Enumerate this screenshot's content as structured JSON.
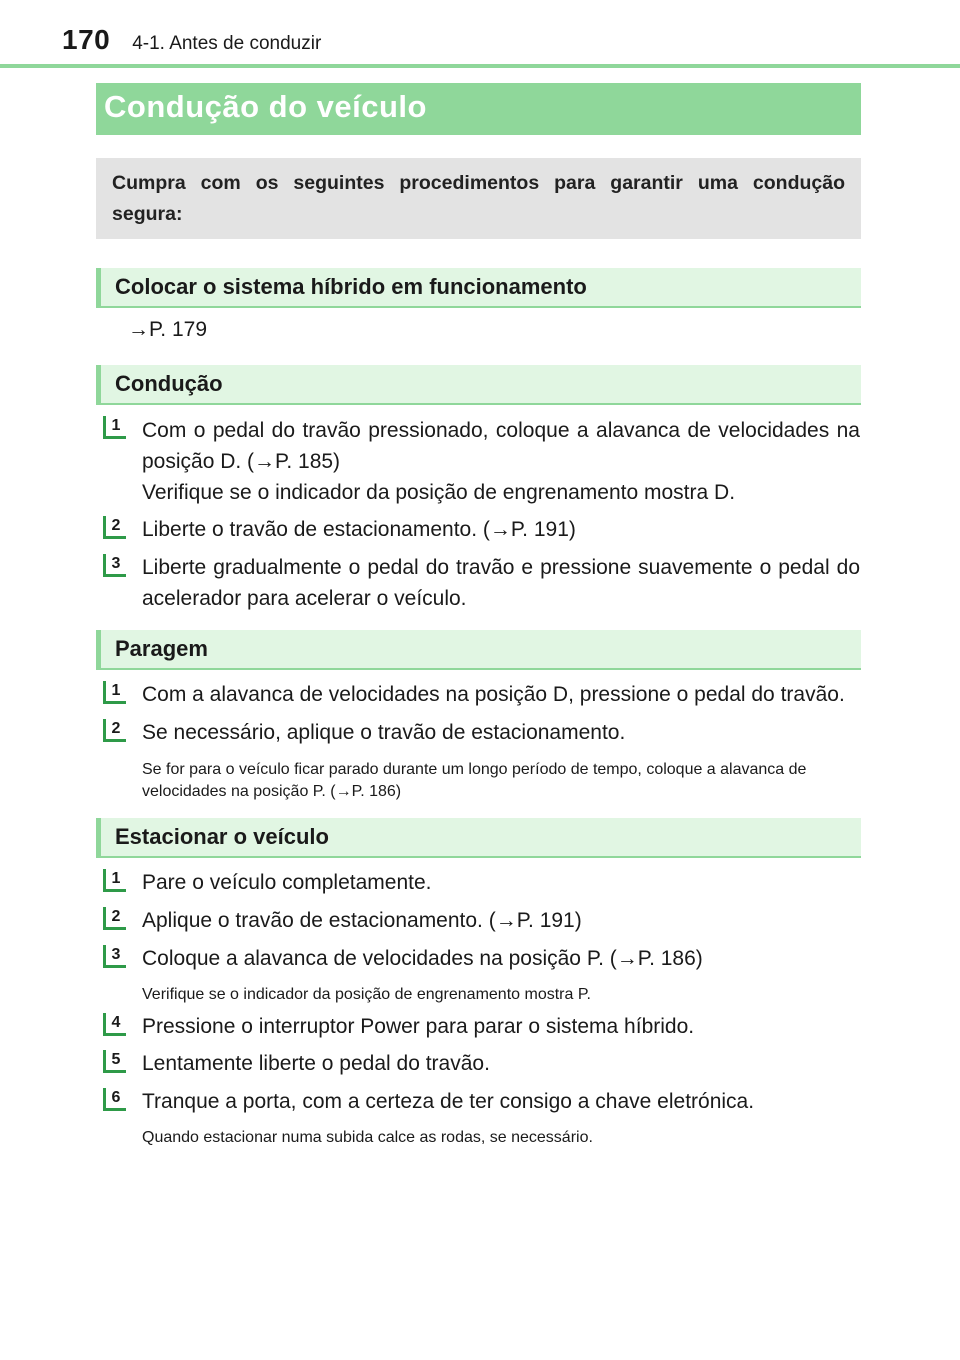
{
  "header": {
    "page_number": "170",
    "chapter": "4-1. Antes de conduzir"
  },
  "title": "Condução do veículo",
  "intro": "Cumpra com os seguintes procedimentos para garantir uma condução segura:",
  "sections": {
    "start": {
      "heading": "Colocar o sistema híbrido em funcionamento",
      "reference": "→P. 179"
    },
    "driving": {
      "heading": "Condução",
      "steps": [
        {
          "num": "1",
          "text": "Com o pedal do travão pressionado, coloque a alavanca de velocidades na posição D. (→P. 185)",
          "sub": "Verifique se o indicador da posição de engrenamento mostra D."
        },
        {
          "num": "2",
          "text": "Liberte o travão de estacionamento. (→P. 191)"
        },
        {
          "num": "3",
          "text": "Liberte gradualmente o pedal do travão e pressione suavemente o pedal do acelerador para acelerar o veículo."
        }
      ]
    },
    "stopping": {
      "heading": "Paragem",
      "steps": [
        {
          "num": "1",
          "text": "Com a alavanca de velocidades na posição D, pressione o pedal do travão."
        },
        {
          "num": "2",
          "text": "Se necessário, aplique o travão de estacionamento.",
          "note": "Se for para o veículo ficar parado durante um longo período de tempo, coloque a alavanca de velocidades na posição P. (→P. 186)"
        }
      ]
    },
    "parking": {
      "heading": "Estacionar o veículo",
      "steps": [
        {
          "num": "1",
          "text": "Pare o veículo completamente."
        },
        {
          "num": "2",
          "text": "Aplique o travão de estacionamento. (→P. 191)"
        },
        {
          "num": "3",
          "text": "Coloque a alavanca de velocidades na posição P. (→P. 186)",
          "note": "Verifique se o indicador da posição de engrenamento mostra P."
        },
        {
          "num": "4",
          "text": "Pressione o interruptor Power para parar o sistema híbrido."
        },
        {
          "num": "5",
          "text": "Lentamente liberte o pedal do travão."
        },
        {
          "num": "6",
          "text": "Tranque a porta, com a certeza de ter consigo a chave eletrónica.",
          "note": "Quando estacionar numa subida calce as rodas, se necessário."
        }
      ]
    }
  },
  "colors": {
    "accent_green": "#8fd79a",
    "section_bg": "#e1f6e3",
    "step_marker": "#2e9a48",
    "intro_bg": "#e3e3e3"
  }
}
